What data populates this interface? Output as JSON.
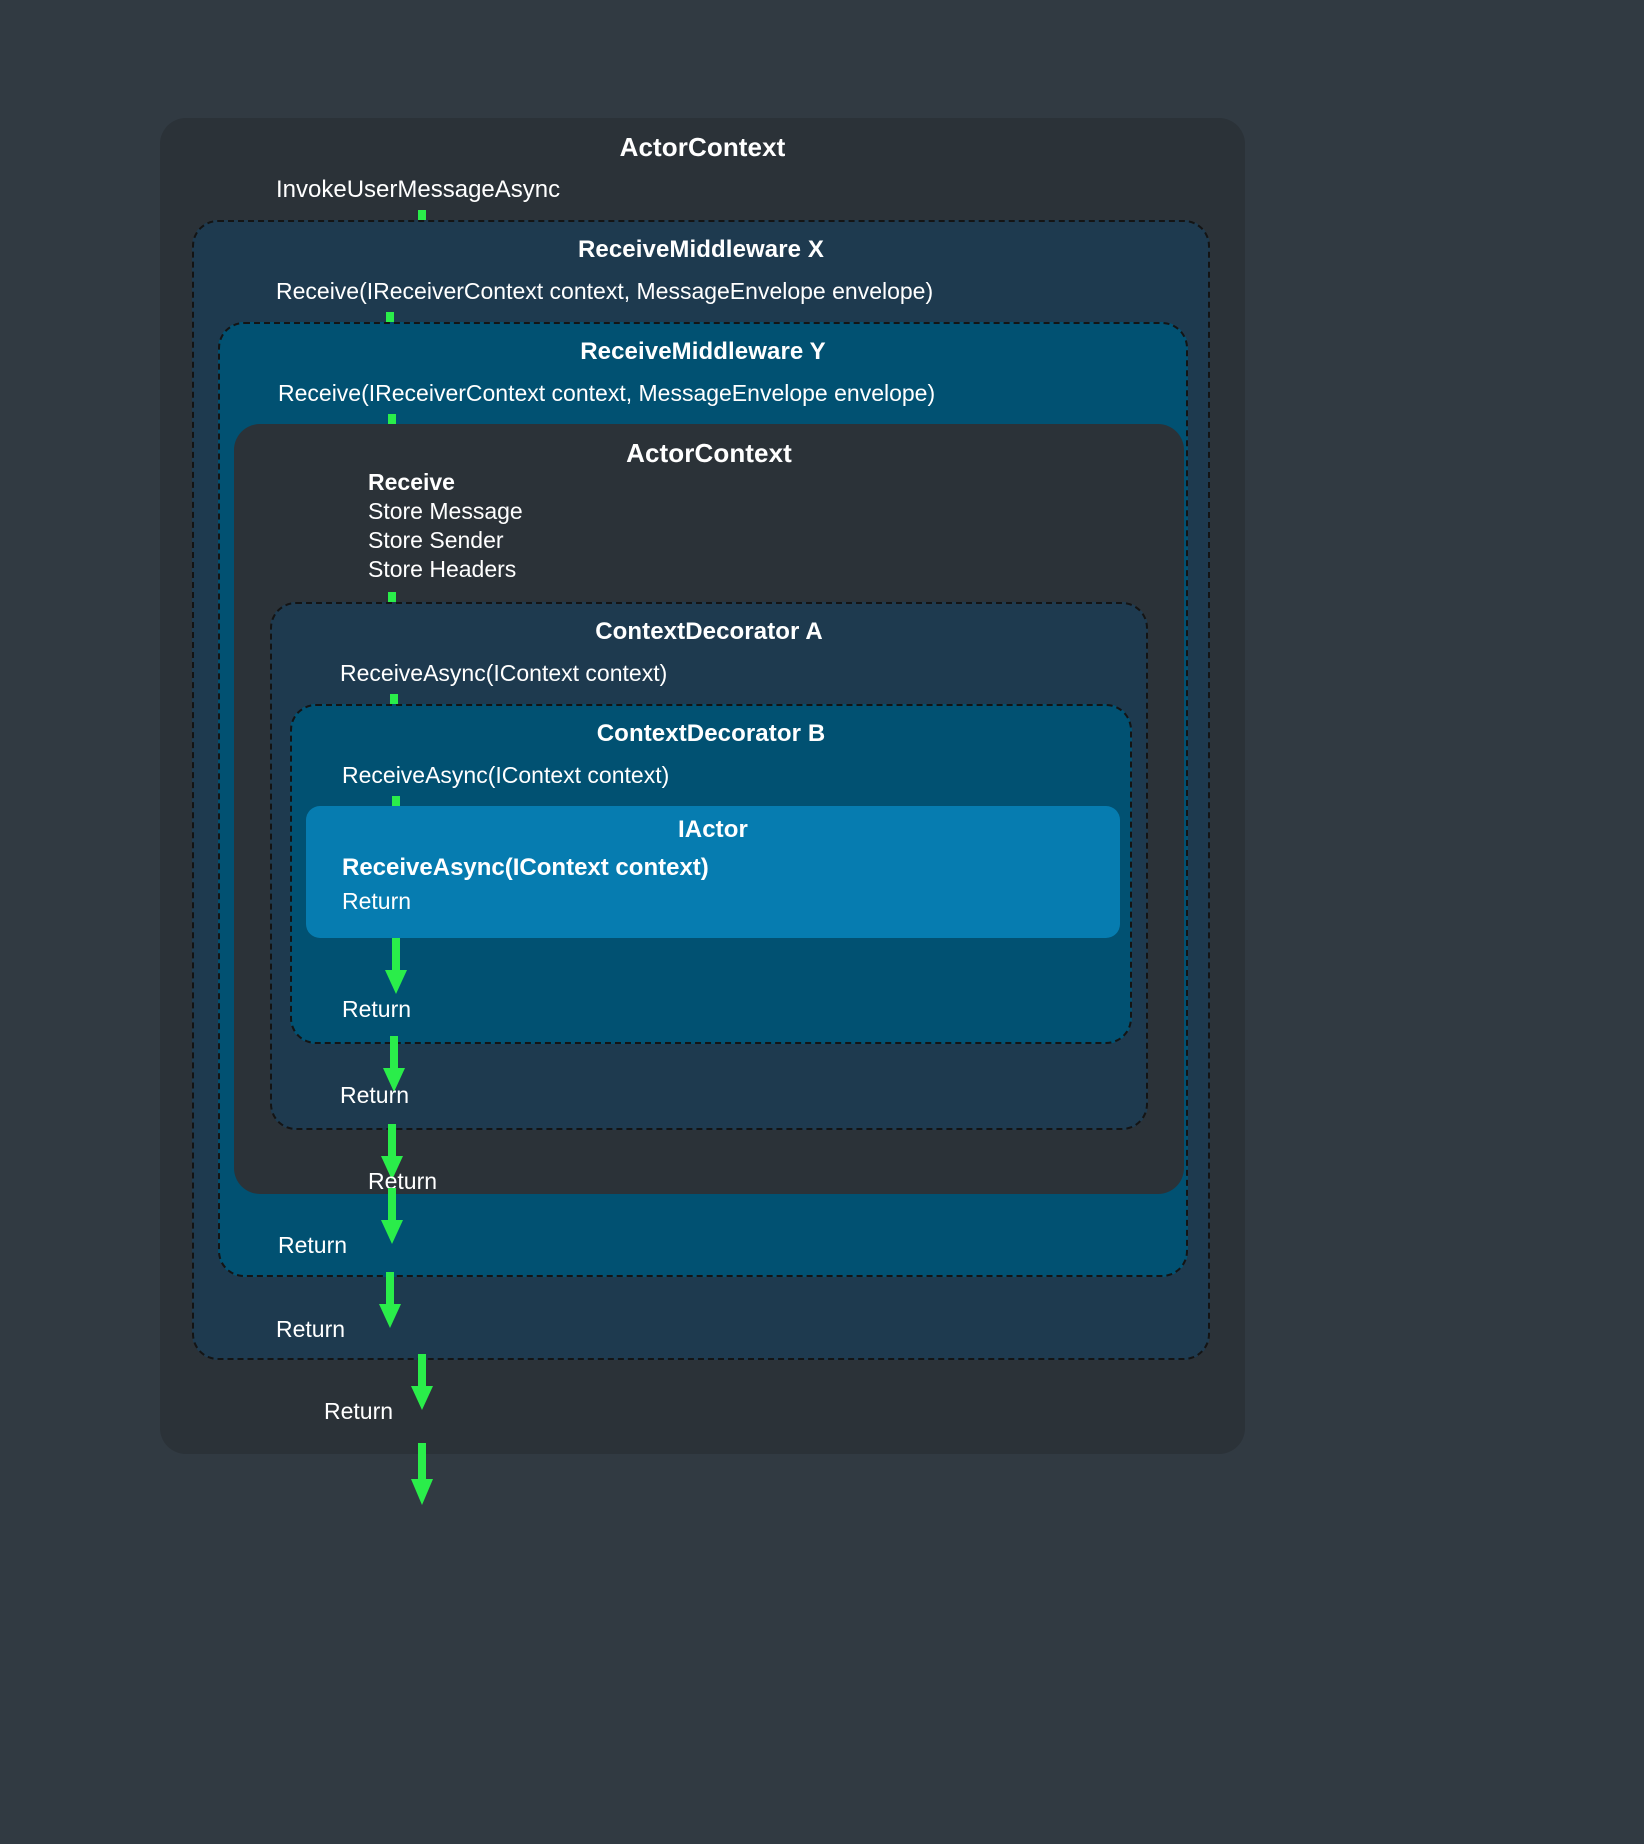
{
  "diagram": {
    "title": "Proto.Actor receive pipeline call flow",
    "background_color": "#313a42",
    "arrow_color": "#2aed4a",
    "layers": [
      {
        "id": "actorcontext-outer",
        "label": "ActorContext",
        "style": "solid",
        "fill": "#2b3238",
        "enter_label": "InvokeUserMessageAsync",
        "return_label": "Return"
      },
      {
        "id": "receivemiddleware-x",
        "label": "ReceiveMiddleware X",
        "style": "dashed",
        "fill": "#1e3a4f",
        "enter_label": "Receive(IReceiverContext context, MessageEnvelope envelope)",
        "return_label": "Return"
      },
      {
        "id": "receivemiddleware-y",
        "label": "ReceiveMiddleware Y",
        "style": "dashed",
        "fill": "#015172",
        "enter_label": "Receive(IReceiverContext context, MessageEnvelope envelope)",
        "return_label": "Return"
      },
      {
        "id": "actorcontext-inner",
        "label": "ActorContext",
        "style": "solid",
        "fill": "#2b3238",
        "enter_label": "Receive",
        "enter_extra": [
          "Store Message",
          "Store Sender",
          "Store Headers"
        ],
        "return_label": "Return"
      },
      {
        "id": "contextdecorator-a",
        "label": "ContextDecorator A",
        "style": "dashed",
        "fill": "#1e3a4f",
        "enter_label": "ReceiveAsync(IContext context)",
        "return_label": "Return"
      },
      {
        "id": "contextdecorator-b",
        "label": "ContextDecorator B",
        "style": "dashed",
        "fill": "#015172",
        "enter_label": "ReceiveAsync(IContext context)",
        "return_label": "Return"
      },
      {
        "id": "iactor",
        "label": "IActor",
        "style": "solid",
        "fill": "#067cb0",
        "enter_label": "ReceiveAsync(IContext context)",
        "return_label": "Return"
      }
    ]
  }
}
